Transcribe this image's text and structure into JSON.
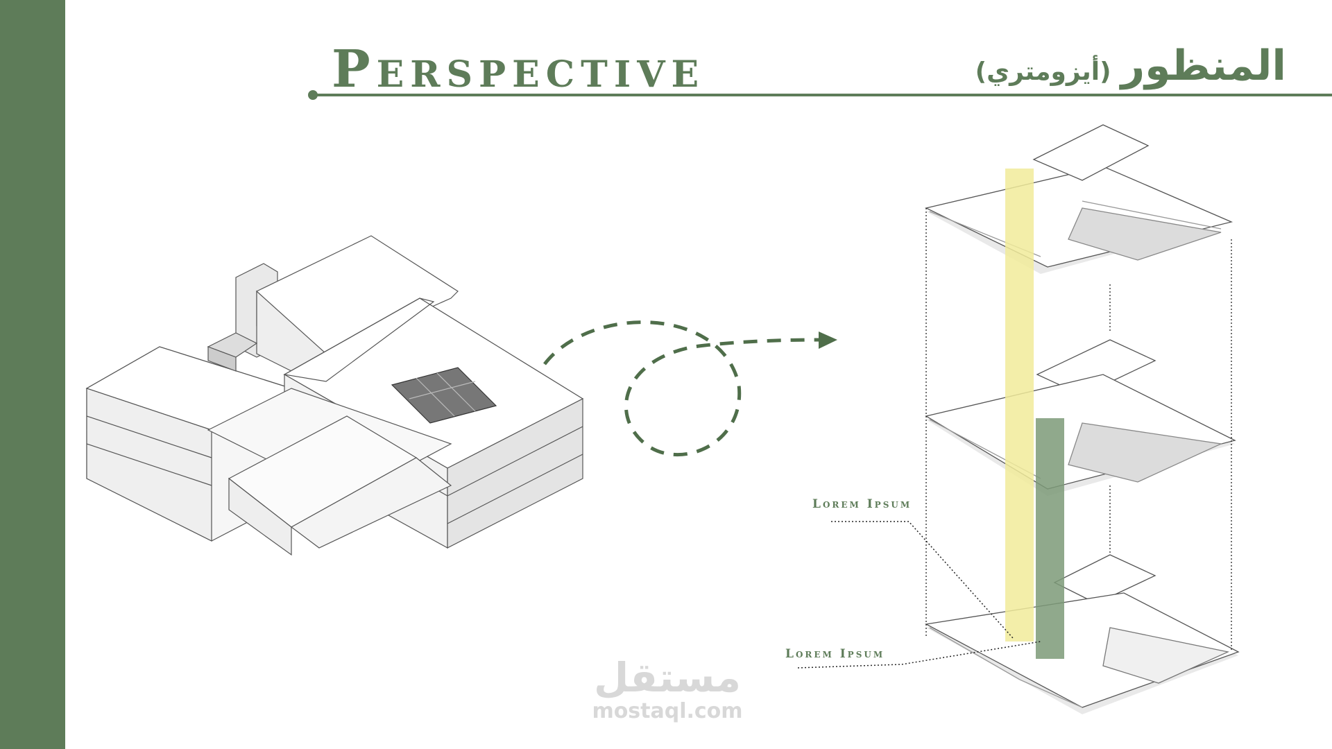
{
  "header": {
    "title_en": "Perspective",
    "title_ar_main": "المنظور",
    "title_ar_sub": "(أيزومتري)"
  },
  "callouts": [
    "Lorem Ipsum",
    "Lorem Ipsum"
  ],
  "watermark": {
    "arabic": "مستقل",
    "url": "mostaql.com"
  },
  "colors": {
    "accent_green": "#5e7c59",
    "highlight_yellow": "#f1eb9a",
    "shaft_green": "#7d9a78"
  }
}
